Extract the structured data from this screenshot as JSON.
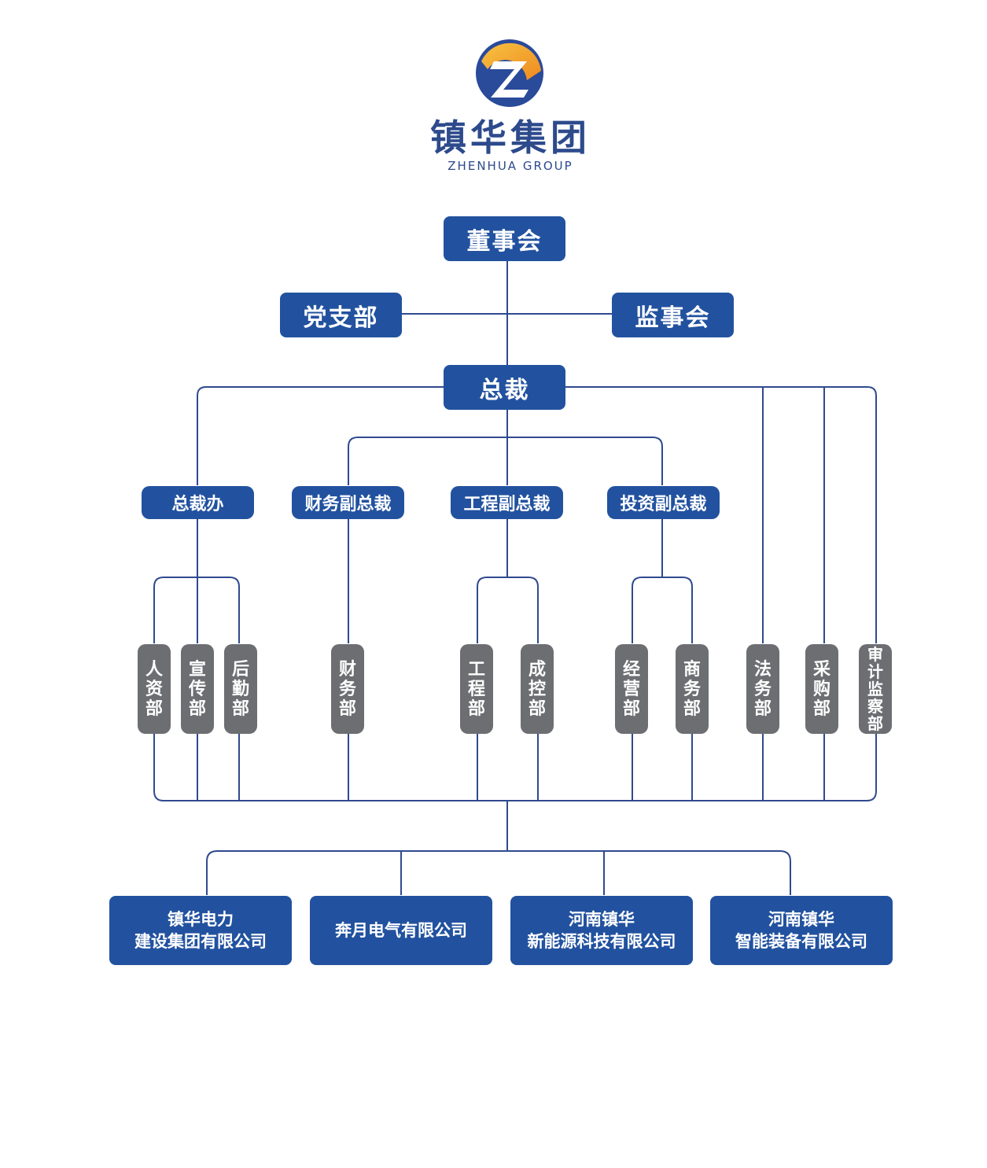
{
  "logo": {
    "brand_cn": "镇华集团",
    "brand_en": "ZHENHUA GROUP",
    "colors": {
      "ring": "#2a4a9a",
      "accent": "#f2a12a",
      "text": "#2d4a8c"
    }
  },
  "org": {
    "board": "董事会",
    "party_branch": "党支部",
    "supervisory_board": "监事会",
    "president": "总裁",
    "vice": [
      "总裁办",
      "财务副总裁",
      "工程副总裁",
      "投资副总裁"
    ],
    "departments": [
      "人资部",
      "宣传部",
      "后勤部",
      "财务部",
      "工程部",
      "成控部",
      "经营部",
      "商务部",
      "法务部",
      "采购部",
      "审计监察部"
    ],
    "companies": [
      {
        "line1": "镇华电力",
        "line2": "建设集团有限公司"
      },
      {
        "line1": "奔月电气有限公司",
        "line2": ""
      },
      {
        "line1": "河南镇华",
        "line2": "新能源科技有限公司"
      },
      {
        "line1": "河南镇华",
        "line2": "智能装备有限公司"
      }
    ]
  },
  "colors": {
    "primary_box": "#22529f",
    "dept_box": "#6c6e72",
    "line": "#2f4a8f"
  }
}
